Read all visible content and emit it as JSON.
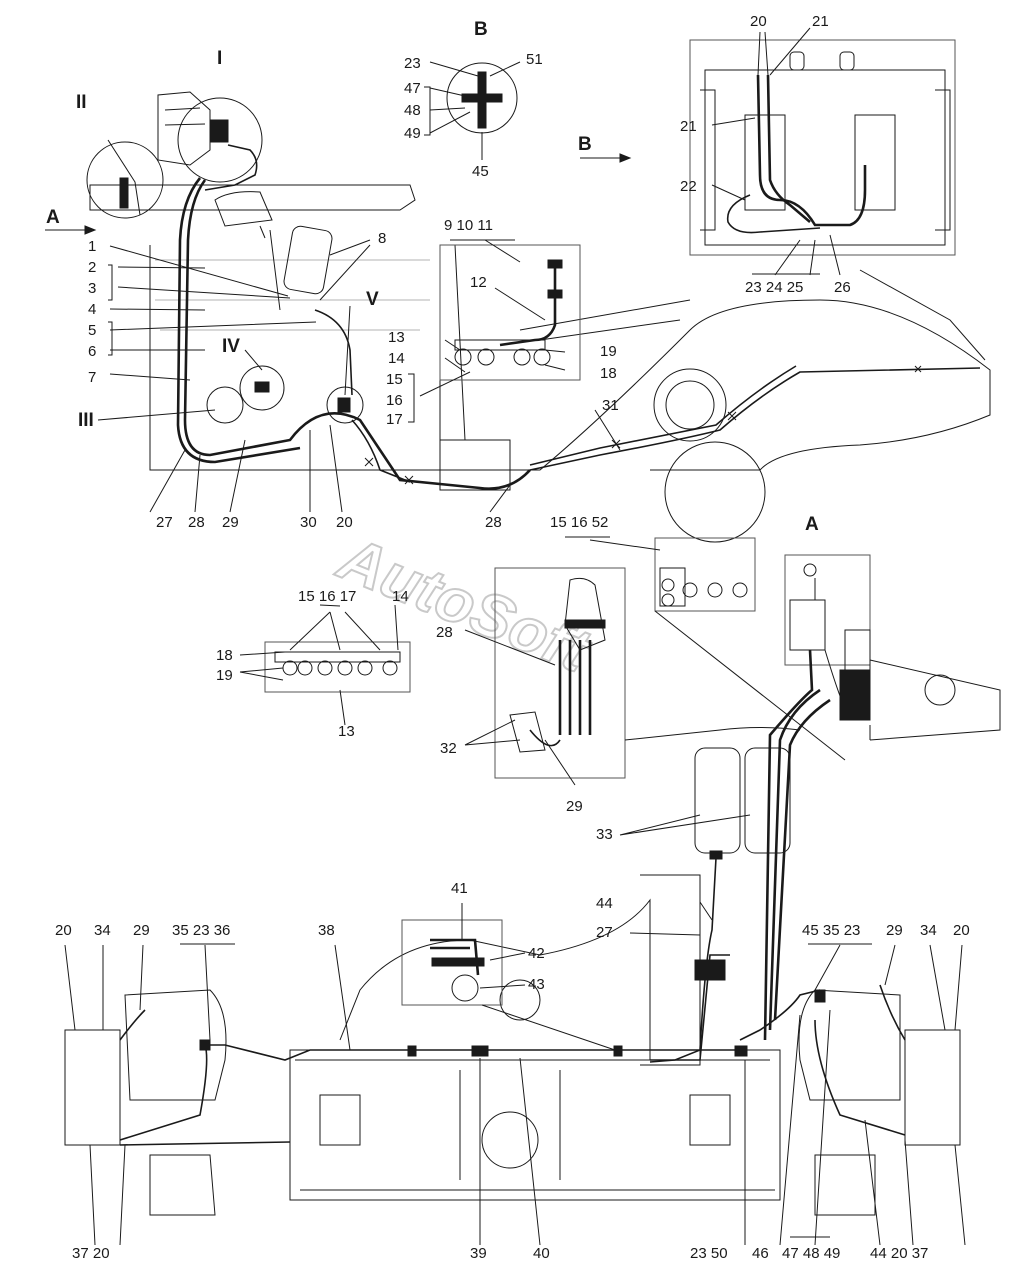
{
  "watermark": "AutoSoft",
  "view_labels": {
    "I": "I",
    "II": "II",
    "III": "III",
    "IV": "IV",
    "V": "V",
    "A_top": "A",
    "A_detail": "A",
    "B_top": "B",
    "B_arrow": "B"
  },
  "callouts": {
    "c1": "1",
    "c2": "2",
    "c3": "3",
    "c4": "4",
    "c5": "5",
    "c6": "6",
    "c7": "7",
    "c8": "8",
    "c9_10_11": "9 10 11",
    "c12": "12",
    "c13a": "13",
    "c14a": "14",
    "c15a": "15",
    "c16a": "16",
    "c17a": "17",
    "c19a": "19",
    "c18a": "18",
    "c31": "31",
    "c27a": "27",
    "c28a": "28",
    "c29a": "29",
    "c30": "30",
    "c20a": "20",
    "c28b": "28",
    "c23a": "23",
    "c47a": "47",
    "c48a": "48",
    "c49a": "49",
    "c51": "51",
    "c45a": "45",
    "c20b": "20",
    "c21a": "21",
    "c21b": "21",
    "c22": "22",
    "c23_24_25": "23 24 25",
    "c26": "26",
    "c15_16_52": "15 16 52",
    "c15_16_17": "15 16 17",
    "c14b": "14",
    "c18b": "18",
    "c19b": "19",
    "c13b": "13",
    "c28c": "28",
    "c32": "32",
    "c29b": "29",
    "c33": "33",
    "c44a": "44",
    "c27b": "27",
    "c41": "41",
    "c42": "42",
    "c43": "43",
    "c20c": "20",
    "c34a": "34",
    "c29c": "29",
    "c35_23_36": "35 23 36",
    "c38": "38",
    "c45_35_23": "45 35 23",
    "c29d": "29",
    "c34b": "34",
    "c20d": "20",
    "c37_20": "37 20",
    "c39": "39",
    "c40": "40",
    "c23_50": "23 50",
    "c46": "46",
    "c47_48_49": "47 48 49",
    "c44_20_37": "44 20 37"
  }
}
